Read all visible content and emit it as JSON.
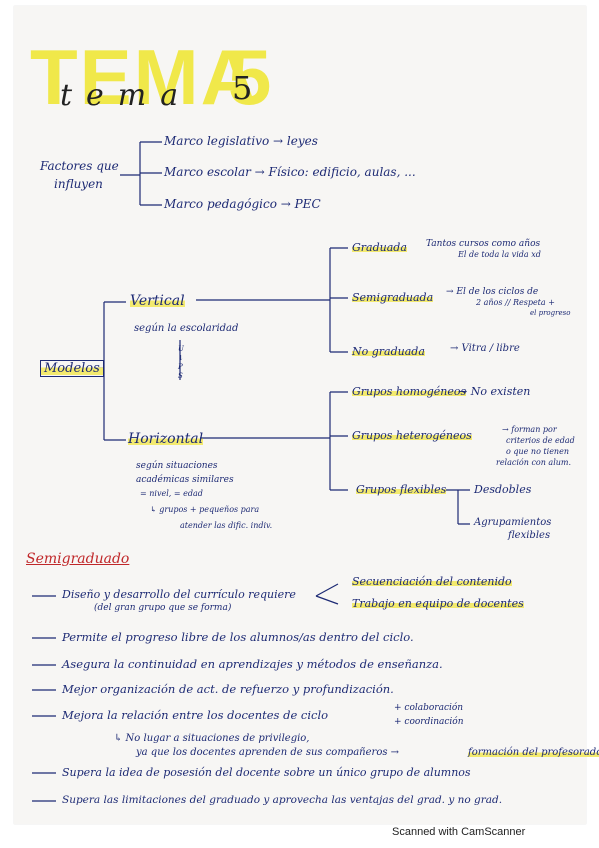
{
  "title": {
    "big": "TEMA",
    "number": "5",
    "script": "tema"
  },
  "factores": {
    "label_1": "Factores que",
    "label_2": "influyen",
    "items": [
      "Marco legislativo → leyes",
      "Marco escolar → Físico: edificio, aulas, ...",
      "Marco pedagógico → PEC"
    ]
  },
  "modelos": {
    "label": "Modelos",
    "vertical": {
      "label": "Vertical",
      "note": "según la escolaridad",
      "branches": [
        {
          "name": "Graduada",
          "desc_1": "Tantos cursos como años",
          "desc_2": "El de toda la vida xd"
        },
        {
          "name": "Semigraduada",
          "desc_1": "→ El de los ciclos de",
          "desc_2": "2 años // Respeta +",
          "desc_3": "el progreso"
        },
        {
          "name": "No graduada",
          "desc_1": "→ Vitra / libre"
        }
      ]
    },
    "horizontal": {
      "label": "Horizontal",
      "note_1": "según situaciones",
      "note_2": "académicas similares",
      "note_3": "= nivel, = edad",
      "note_4": "↳ grupos + pequeños para",
      "note_5": "atender las dific. indiv.",
      "branches": [
        {
          "name": "Grupos homogéneos",
          "desc_1": "→ No existen"
        },
        {
          "name": "Grupos heterogéneos",
          "desc_1": "→ forman por",
          "desc_2": "criterios de edad",
          "desc_3": "o que no tienen",
          "desc_4": "relación con alum."
        },
        {
          "name": "Grupos flexibles",
          "sub_1": "Desdobles",
          "sub_2": "Agrupamientos",
          "sub_3": "flexibles"
        }
      ]
    }
  },
  "semigraduado": {
    "heading": "Semigraduado",
    "items": [
      {
        "text_1": "Diseño y desarrollo del currículo requiere",
        "text_2": "(del gran grupo que se forma)",
        "opt_1": "Secuenciación del contenido",
        "opt_2": "Trabajo en equipo de docentes"
      },
      {
        "text_1": "Permite el progreso libre de los alumnos/as dentro del ciclo."
      },
      {
        "text_1": "Asegura la continuidad en aprendizajes y métodos de enseñanza."
      },
      {
        "text_1": "Mejor organización de act. de refuerzo y profundización."
      },
      {
        "text_1": "Mejora la relación entre los docentes de ciclo",
        "opt_1": "+ colaboración",
        "opt_2": "+ coordinación",
        "sub_1": "↳ No lugar a situaciones de privilegio,",
        "sub_2": "ya que los docentes aprenden de sus compañeros →",
        "sub_3": "formación del profesorado"
      },
      {
        "text_1": "Supera la idea de posesión del docente sobre un único grupo de alumnos"
      },
      {
        "text_1": "Supera las limitaciones del graduado y aprovecha las ventajas del grad. y no grad."
      }
    ]
  },
  "footer": "Scanned with CamScanner",
  "colors": {
    "ink": "#1d2a74",
    "highlight": "#f3ea6e",
    "red": "#c0282a"
  }
}
